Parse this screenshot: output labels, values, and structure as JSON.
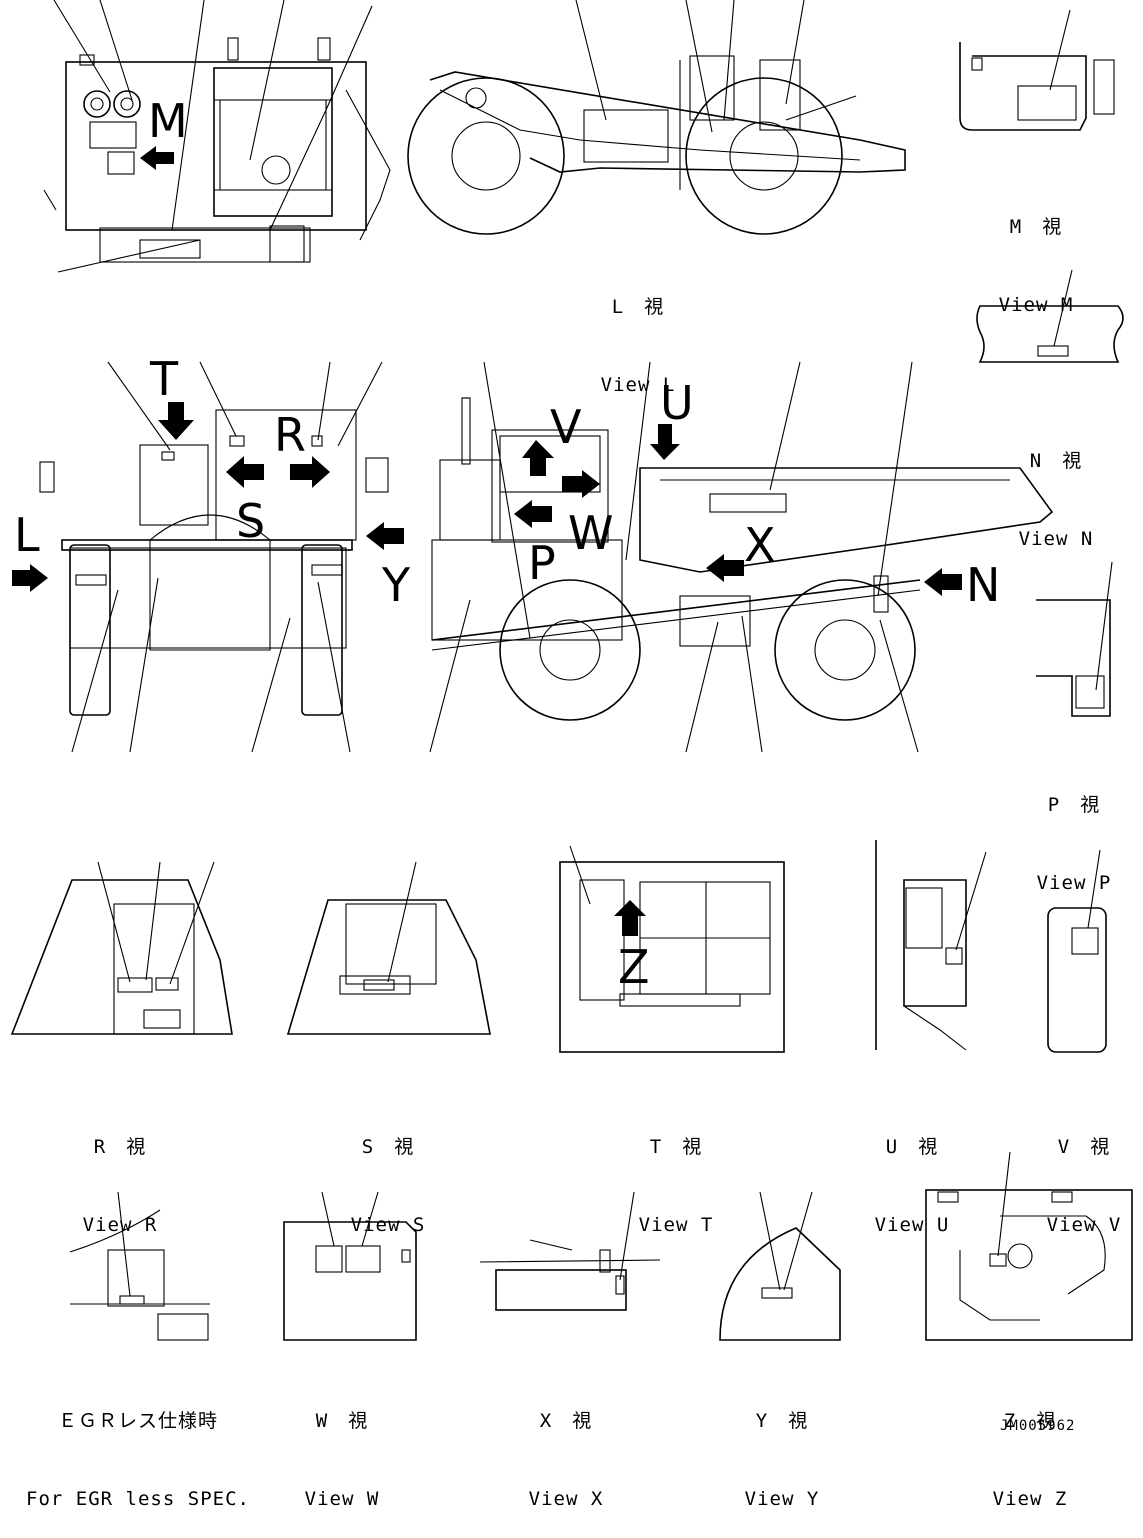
{
  "view_labels": {
    "M": "M",
    "L": "L",
    "T": "T",
    "R": "R",
    "S": "S",
    "Y": "Y",
    "U": "U",
    "V": "V",
    "W": "W",
    "P": "P",
    "X": "X",
    "N": "N",
    "Z": "Z"
  },
  "captions": {
    "view_l": {
      "jp": "L　視",
      "en": "View L"
    },
    "view_m": {
      "jp": "M　視",
      "en": "View M"
    },
    "view_n": {
      "jp": "N　視",
      "en": "View N"
    },
    "view_p": {
      "jp": "P　視",
      "en": "View P"
    },
    "view_r": {
      "jp": "R　視",
      "en": "View R"
    },
    "view_s": {
      "jp": "S　視",
      "en": "View S"
    },
    "view_t": {
      "jp": "T　視",
      "en": "View T"
    },
    "view_u": {
      "jp": "U　視",
      "en": "View U"
    },
    "view_v": {
      "jp": "V　視",
      "en": "View V"
    },
    "egr_less": {
      "jp": "ＥＧＲレス仕様時",
      "en": "For EGR less SPEC."
    },
    "view_w": {
      "jp": "W　視",
      "en": "View W"
    },
    "view_x": {
      "jp": "X　視",
      "en": "View X"
    },
    "view_y": {
      "jp": "Y　視",
      "en": "View Y"
    },
    "view_z": {
      "jp": "Z　視",
      "en": "View Z"
    }
  },
  "drawing_code": "JM005962",
  "colors": {
    "line": "#000000",
    "background": "#ffffff"
  }
}
